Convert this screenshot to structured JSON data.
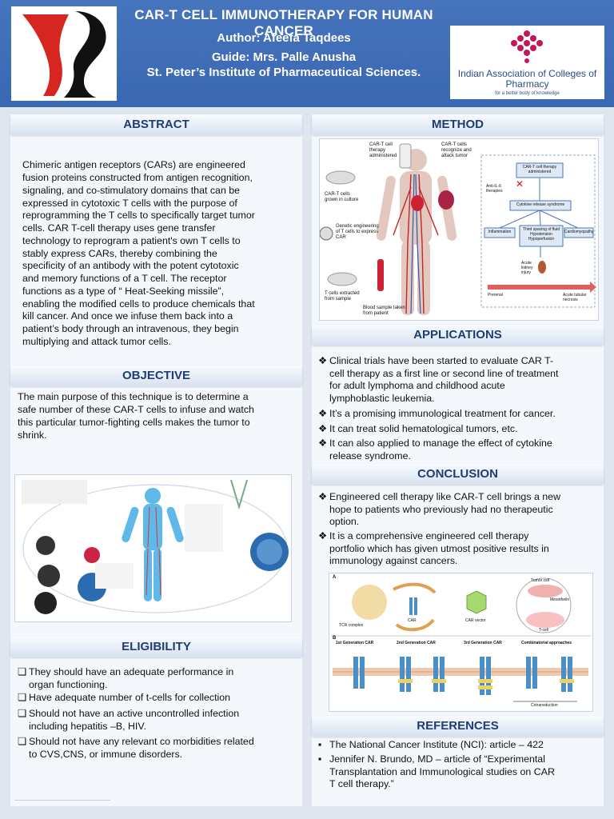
{
  "header": {
    "title": "CAR-T CELL IMMUNOTHERAPY FOR HUMAN CANCER",
    "author": "Author: Afeefa Taqdees",
    "guide": "Guide: Mrs. Palle Anusha",
    "institute": "St. Peter’s Institute of Pharmaceutical Sciences.",
    "right_logo_name": "Indian Association of Colleges of Pharmacy",
    "right_logo_tagline": "for a better body of knowledge"
  },
  "abstract": {
    "heading": "ABSTRACT",
    "lines": [
      "Chimeric antigen receptors (CARs) are engineered",
      "fusion proteins constructed from antigen recognition,",
      "signaling, and co-stimulatory domains that can be",
      "expressed in cytotoxic T cells with the purpose of",
      "reprogramming the T cells to specifically target tumor",
      "cells. CAR T-cell therapy uses gene transfer",
      "technology to reprogram a patient's own T cells to",
      "stably express CARs, thereby combining the",
      "specificity of an antibody with the potent cytotoxic",
      "and memory functions of a T cell. The receptor",
      "functions as a type of “ Heat-Seeking missile”,",
      "enabling the modified cells to produce chemicals that",
      "kill cancer. And once we infuse them back into a",
      "patient’s body through an intravenous, they begin",
      "multiplying and attack tumor cells."
    ]
  },
  "objective": {
    "heading": "OBJECTIVE",
    "lines": [
      "The main purpose of this technique is to determine a",
      "safe number of these CAR-T cells to infuse and watch",
      "this particular tumor-fighting cells makes the tumor to",
      "shrink."
    ]
  },
  "eligibility": {
    "heading": "ELIGIBILITY",
    "items": [
      [
        "They should have an adequate performance in",
        "organ functioning."
      ],
      [
        "Have adequate number of t-cells for collection"
      ],
      [
        "Should not have an active uncontrolled infection",
        "including hepatitis –B, HIV."
      ],
      [
        "Should not have any relevant co morbidities related",
        "to CVS,CNS, or immune disorders."
      ]
    ]
  },
  "method": {
    "heading": "METHOD",
    "labels": {
      "a": "CAR-T cell therapy administered",
      "b": "CAR-T cells recognize and attack tumor",
      "c": "CAR-T cells grown in culture",
      "d": "Genetic engineering of T cells to express CAR",
      "e": "T cells extracted from sample",
      "f": "Blood sample taken from patient",
      "g": "CAR-T cell therapy administered",
      "h": "Anti-IL-6 therapies",
      "i": "Cytokine release syndrome",
      "j": "Inflammation",
      "k": "Third spacing of fluid Hypotension Hypoperfusion",
      "l": "Cardiomyopathy",
      "m": "Acute kidney injury",
      "n": "Prerenal",
      "o": "Acute tubular necrosis"
    }
  },
  "applications": {
    "heading": "APPLICATIONS",
    "items": [
      [
        "Clinical trials have been started to evaluate CAR T-",
        "cell therapy as a first line or second line of treatment",
        "for adult lymphoma and childhood acute",
        "lymphoblastic leukemia."
      ],
      [
        "It’s a promising immunological treatment for cancer."
      ],
      [
        "It can treat solid hematological tumors, etc."
      ],
      [
        "It can also applied to manage the effect of cytokine",
        "release syndrome."
      ]
    ]
  },
  "conclusion": {
    "heading": "CONCLUSION",
    "items": [
      [
        "Engineered cell therapy like CAR-T cell brings a new",
        "hope to patients who previously had no therapeutic",
        "option."
      ],
      [
        "It is a comprehensive engineered cell therapy",
        "portfolio which has given utmost positive results in",
        "immunology against cancers."
      ]
    ],
    "fig_labels": {
      "a": "A",
      "b": "B",
      "gen1": "1st Generation CAR",
      "gen2": "2nd Generation CAR",
      "gen3": "3rd Generation CAR",
      "combo": "Combinatorial approaches",
      "tumor": "Tumor cell",
      "tcell": "T-cell",
      "car": "CAR",
      "vector": "CAR vector",
      "mesothelin": "Mesothelin",
      "tcr": "TCR complex",
      "cotrans": "Cotransduction"
    }
  },
  "references": {
    "heading": "REFERENCES",
    "items": [
      [
        "The National Cancer Institute (NCI): article – 422"
      ],
      [
        "Jennifer N. Brundo, MD – article of  “Experimental",
        "Transplantation and Immunological studies on CAR",
        "T cell therapy.”"
      ]
    ]
  },
  "marks": {
    "check": "❖",
    "square": "❏",
    "dot": "▪"
  },
  "colors": {
    "header_blue": "#3f6db8",
    "heading_text": "#1f3d73",
    "logo_red": "#d6261f",
    "iacp_magenta": "#c2185b"
  }
}
